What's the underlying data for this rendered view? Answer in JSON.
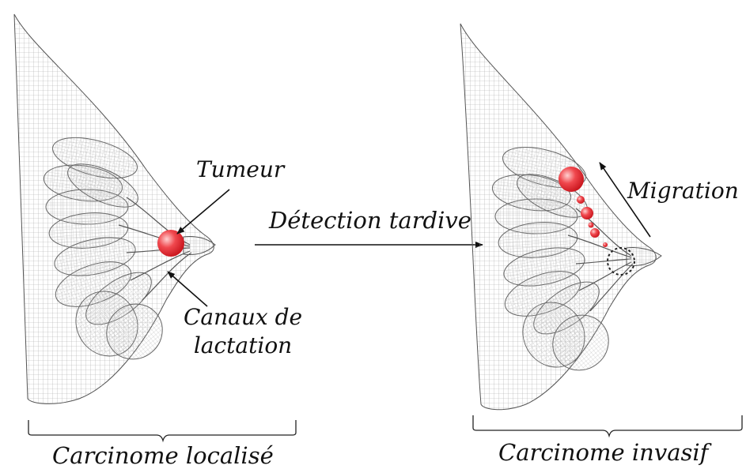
{
  "labels": {
    "tumor": "Tumeur",
    "ducts_line1": "Canaux de",
    "ducts_line2": "lactation",
    "transition": "Détection tardive",
    "migration": "Migration",
    "left_caption": "Carcinome localisé",
    "right_caption": "Carcinome invasif"
  },
  "colors": {
    "tumor": "#e8262f",
    "mesh": "#9a9a9a",
    "outline": "#333333",
    "arrow": "#111111"
  }
}
